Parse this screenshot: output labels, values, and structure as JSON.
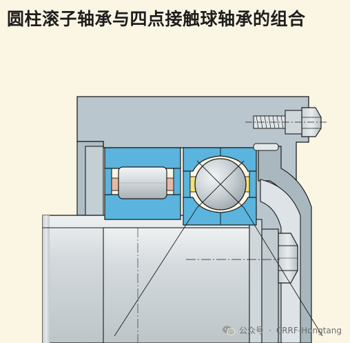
{
  "title": "圆柱滚子轴承与四点接触球轴承的组合",
  "watermark": {
    "icon": "wechat-icon",
    "account_label": "公众号",
    "separator": "·",
    "name": "CRRF-Hongtang"
  },
  "colors": {
    "background": "#fbf6e4",
    "housing": "#b8c5cc",
    "housing_dark": "#9aa9b1",
    "shaft": "#d6dcdf",
    "bearing_ring": "#5ab4dd",
    "cage_yellow": "#f3e37a",
    "cage_pink": "#e8b8a3",
    "outline": "#1b1b1b"
  }
}
